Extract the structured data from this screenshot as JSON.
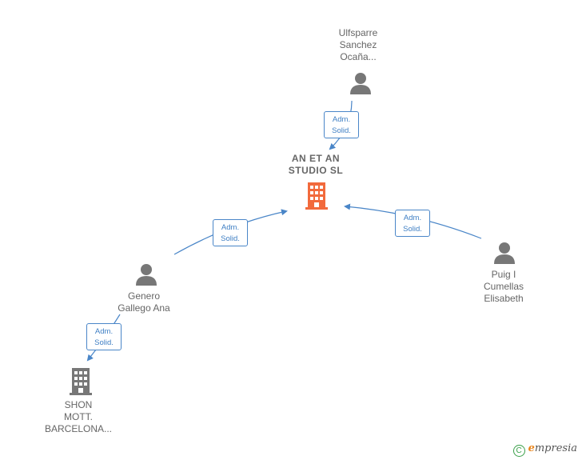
{
  "nodes": {
    "main": {
      "lines": [
        "AN ET AN",
        "STUDIO  SL"
      ],
      "type": "company",
      "color": "#f26a3c"
    },
    "ulfsparre": {
      "lines": [
        "Ulfsparre",
        "Sanchez",
        "Ocaña..."
      ],
      "type": "person"
    },
    "puig": {
      "lines": [
        "Puig I",
        "Cumellas",
        "Elisabeth"
      ],
      "type": "person"
    },
    "genero": {
      "lines": [
        "Genero",
        "Gallego Ana"
      ],
      "type": "person"
    },
    "shon": {
      "lines": [
        "SHON",
        "MOTT.",
        "BARCELONA..."
      ],
      "type": "company",
      "color": "#777777"
    }
  },
  "edges": [
    {
      "from": "ulfsparre",
      "to": "main",
      "label": [
        "Adm.",
        "Solid."
      ]
    },
    {
      "from": "puig",
      "to": "main",
      "label": [
        "Adm.",
        "Solid."
      ]
    },
    {
      "from": "genero",
      "to": "main",
      "label": [
        "Adm.",
        "Solid."
      ]
    },
    {
      "from": "genero",
      "to": "shon",
      "label": [
        "Adm.",
        "Solid."
      ]
    }
  ],
  "colors": {
    "edge": "#4a86c8",
    "person": "#777777"
  },
  "footer": {
    "copyright": "C",
    "brand_initial": "e",
    "brand_rest": "mpresia"
  }
}
